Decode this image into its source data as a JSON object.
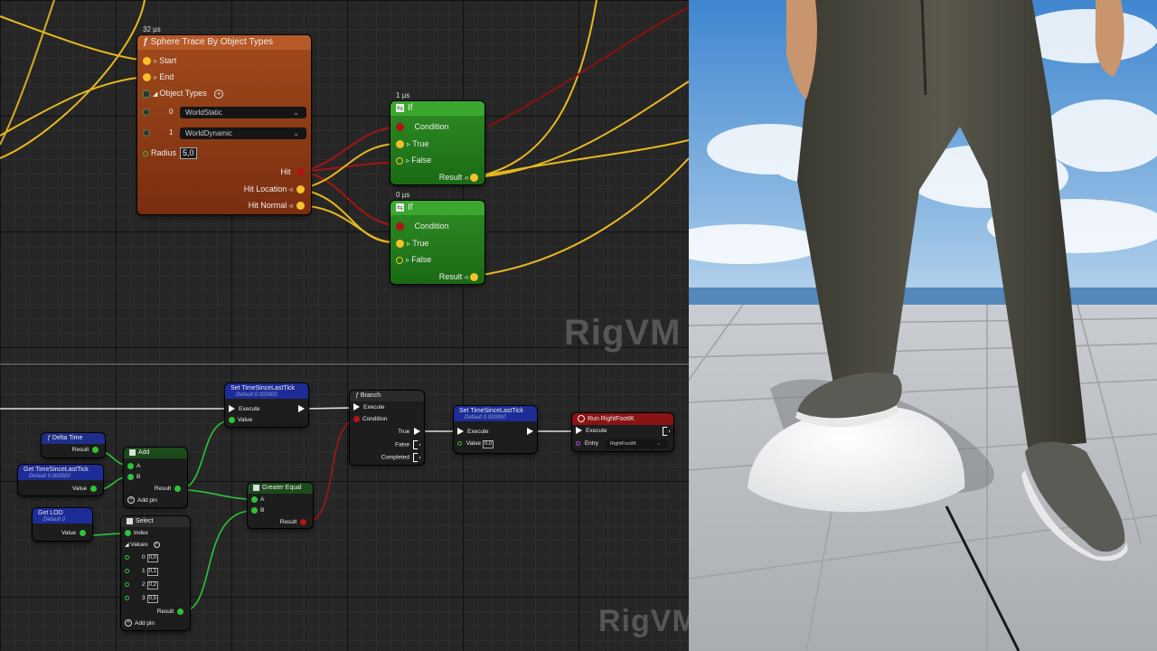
{
  "watermark": "RigVM",
  "top_graph": {
    "sphere_trace": {
      "timing": "32 µs",
      "icon": "function-icon",
      "title": "Sphere Trace By Object Types",
      "start": "Start",
      "end": "End",
      "object_types": "Object Types",
      "types": [
        {
          "index": "0",
          "value": "WorldStatic"
        },
        {
          "index": "1",
          "value": "WorldDynamic"
        }
      ],
      "radius_label": "Radius",
      "radius_value": "5,0",
      "hit": "Hit",
      "hit_location": "Hit Location",
      "hit_normal": "Hit Normal"
    },
    "if_nodes": [
      {
        "timing": "1 µs",
        "title": "If",
        "condition": "Condition",
        "true": "True",
        "false": "False",
        "result": "Result"
      },
      {
        "timing": "0 µs",
        "title": "If",
        "condition": "Condition",
        "true": "True",
        "false": "False",
        "result": "Result"
      }
    ]
  },
  "bottom_graph": {
    "delta_time": {
      "title": "Delta Time",
      "result": "Result"
    },
    "get_time": {
      "title": "Get TimeSinceLastTick",
      "subtitle": "Default 0.000000",
      "value": "Value"
    },
    "get_lod": {
      "title": "Get LOD",
      "subtitle": "Default 0",
      "value": "Value"
    },
    "add": {
      "title": "Add",
      "a": "A",
      "b": "B",
      "result": "Result",
      "add_pin": "Add pin"
    },
    "set_time_1": {
      "title": "Set TimeSinceLastTick",
      "subtitle": "Default 0.000000",
      "execute": "Execute",
      "value": "Value"
    },
    "greater_equal": {
      "title": "Greater Equal",
      "a": "A",
      "b": "B",
      "result": "Result"
    },
    "select": {
      "title": "Select",
      "index": "Index",
      "values": "Values",
      "entries": [
        {
          "index": "0",
          "value": "0,0"
        },
        {
          "index": "1",
          "value": "0,1"
        },
        {
          "index": "2",
          "value": "0,2"
        },
        {
          "index": "3",
          "value": "0,5"
        }
      ],
      "result": "Result",
      "add_pin": "Add pin"
    },
    "branch": {
      "title": "Branch",
      "execute": "Execute",
      "condition": "Condition",
      "true": "True",
      "false": "False",
      "completed": "Completed"
    },
    "set_time_2": {
      "title": "Set TimeSinceLastTick",
      "subtitle": "Default 0.000000",
      "execute": "Execute",
      "value_label": "Value",
      "value": "0,0"
    },
    "run_ik": {
      "title": "Run RightFootIK",
      "execute": "Execute",
      "entry_label": "Entry",
      "entry_value": "RightFootIK"
    }
  },
  "colors": {
    "pin_float": "#f6c12a",
    "pin_bool": "#b01414",
    "pin_numeric": "#2ec33a",
    "trace_node": "#8a3a12",
    "if_node": "#1f7a18"
  }
}
